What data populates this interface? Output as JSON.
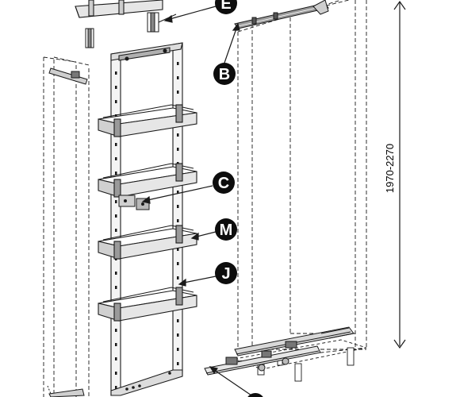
{
  "diagram": {
    "callouts": {
      "e": "E",
      "b": "B",
      "c": "C",
      "m": "M",
      "j": "J"
    },
    "dimension_label": "1970-2270"
  },
  "colors": {
    "line": "#1a1a1a",
    "shelf_fill": "#e6e6e6",
    "frame_fill": "#f4f4f4",
    "callout_fill": "#0d0d0d"
  }
}
